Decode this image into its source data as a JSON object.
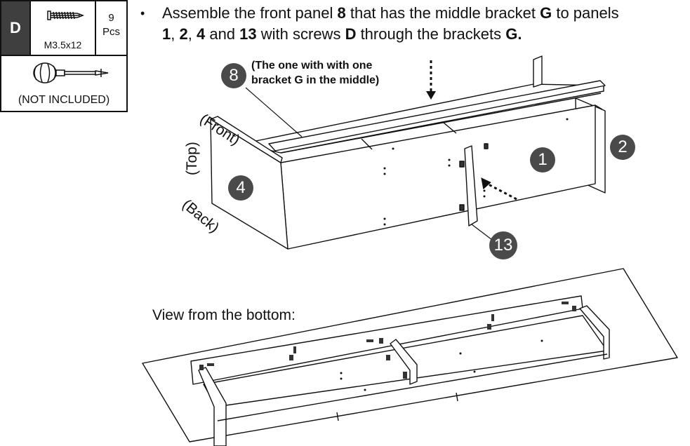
{
  "hardware": {
    "letter": "D",
    "screw_size": "M3.5x12",
    "quantity_number": "9",
    "quantity_unit": "Pcs",
    "tool_note": "(NOT INCLUDED)"
  },
  "instruction": {
    "bullet": "•",
    "parts": [
      {
        "text": "Assemble the front panel ",
        "bold": false
      },
      {
        "text": "8",
        "bold": true
      },
      {
        "text": " that has the middle bracket ",
        "bold": false
      },
      {
        "text": "G",
        "bold": true
      },
      {
        "text": " to panels",
        "bold": false
      },
      {
        "text": "1",
        "bold": true
      },
      {
        "text": ", ",
        "bold": false
      },
      {
        "text": "2",
        "bold": true
      },
      {
        "text": ", ",
        "bold": false
      },
      {
        "text": "4",
        "bold": true
      },
      {
        "text": " and ",
        "bold": false
      },
      {
        "text": "13",
        "bold": true
      },
      {
        "text": " with screws ",
        "bold": false
      },
      {
        "text": "D",
        "bold": true
      },
      {
        "text": " through the brackets ",
        "bold": false
      },
      {
        "text": "G.",
        "bold": true
      }
    ],
    "line_break_after": 4
  },
  "callouts": {
    "panel_8": "8",
    "panel_1": "1",
    "panel_2": "2",
    "panel_4": "4",
    "panel_13": "13",
    "note_8_line1": "(The one with with one",
    "note_8_line2": "bracket G in the middle)"
  },
  "orientation": {
    "front": "(Front)",
    "top": "(Top)",
    "back": "(Back)"
  },
  "bottom_view": {
    "caption": "View from the bottom:"
  }
}
